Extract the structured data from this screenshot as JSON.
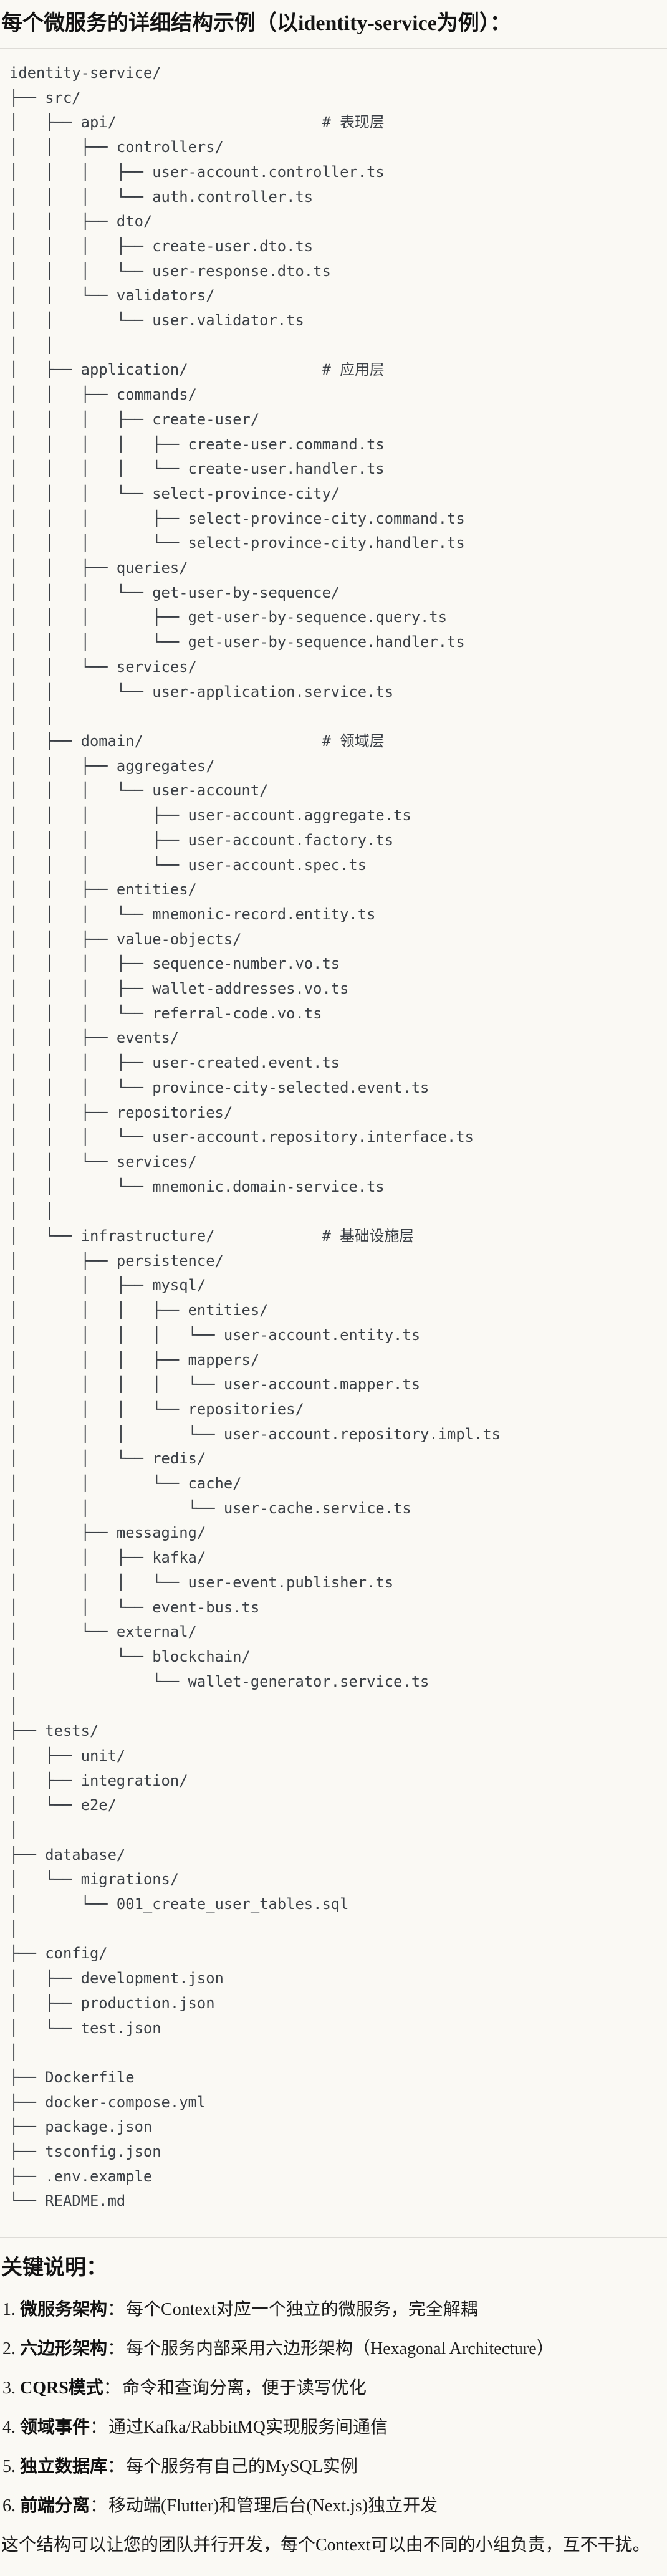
{
  "title": "每个微服务的详细结构示例（以identity-service为例）：",
  "tree": {
    "lines": [
      "identity-service/",
      "├── src/",
      "│   ├── api/                       # 表现层",
      "│   │   ├── controllers/",
      "│   │   │   ├── user-account.controller.ts",
      "│   │   │   └── auth.controller.ts",
      "│   │   ├── dto/",
      "│   │   │   ├── create-user.dto.ts",
      "│   │   │   └── user-response.dto.ts",
      "│   │   └── validators/",
      "│   │       └── user.validator.ts",
      "│   │",
      "│   ├── application/               # 应用层",
      "│   │   ├── commands/",
      "│   │   │   ├── create-user/",
      "│   │   │   │   ├── create-user.command.ts",
      "│   │   │   │   └── create-user.handler.ts",
      "│   │   │   └── select-province-city/",
      "│   │   │       ├── select-province-city.command.ts",
      "│   │   │       └── select-province-city.handler.ts",
      "│   │   ├── queries/",
      "│   │   │   └── get-user-by-sequence/",
      "│   │   │       ├── get-user-by-sequence.query.ts",
      "│   │   │       └── get-user-by-sequence.handler.ts",
      "│   │   └── services/",
      "│   │       └── user-application.service.ts",
      "│   │",
      "│   ├── domain/                    # 领域层",
      "│   │   ├── aggregates/",
      "│   │   │   └── user-account/",
      "│   │   │       ├── user-account.aggregate.ts",
      "│   │   │       ├── user-account.factory.ts",
      "│   │   │       └── user-account.spec.ts",
      "│   │   ├── entities/",
      "│   │   │   └── mnemonic-record.entity.ts",
      "│   │   ├── value-objects/",
      "│   │   │   ├── sequence-number.vo.ts",
      "│   │   │   ├── wallet-addresses.vo.ts",
      "│   │   │   └── referral-code.vo.ts",
      "│   │   ├── events/",
      "│   │   │   ├── user-created.event.ts",
      "│   │   │   └── province-city-selected.event.ts",
      "│   │   ├── repositories/",
      "│   │   │   └── user-account.repository.interface.ts",
      "│   │   └── services/",
      "│   │       └── mnemonic.domain-service.ts",
      "│   │",
      "│   └── infrastructure/            # 基础设施层",
      "│       ├── persistence/",
      "│       │   ├── mysql/",
      "│       │   │   ├── entities/",
      "│       │   │   │   └── user-account.entity.ts",
      "│       │   │   ├── mappers/",
      "│       │   │   │   └── user-account.mapper.ts",
      "│       │   │   └── repositories/",
      "│       │   │       └── user-account.repository.impl.ts",
      "│       │   └── redis/",
      "│       │       └── cache/",
      "│       │           └── user-cache.service.ts",
      "│       ├── messaging/",
      "│       │   ├── kafka/",
      "│       │   │   └── user-event.publisher.ts",
      "│       │   └── event-bus.ts",
      "│       └── external/",
      "│           └── blockchain/",
      "│               └── wallet-generator.service.ts",
      "│",
      "├── tests/",
      "│   ├── unit/",
      "│   ├── integration/",
      "│   └── e2e/",
      "│",
      "├── database/",
      "│   └── migrations/",
      "│       └── 001_create_user_tables.sql",
      "│",
      "├── config/",
      "│   ├── development.json",
      "│   ├── production.json",
      "│   └── test.json",
      "│",
      "├── Dockerfile",
      "├── docker-compose.yml",
      "├── package.json",
      "├── tsconfig.json",
      "├── .env.example",
      "└── README.md"
    ]
  },
  "notes": {
    "heading": "关键说明：",
    "items": [
      {
        "num": "1.",
        "label": "微服务架构",
        "colon": "：",
        "text": "每个Context对应一个独立的微服务，完全解耦"
      },
      {
        "num": "2.",
        "label": "六边形架构",
        "colon": "：",
        "text": "每个服务内部采用六边形架构（Hexagonal Architecture）"
      },
      {
        "num": "3.",
        "label": "CQRS模式",
        "colon": "：",
        "text": "命令和查询分离，便于读写优化"
      },
      {
        "num": "4.",
        "label": "领域事件",
        "colon": "：",
        "text": "通过Kafka/RabbitMQ实现服务间通信"
      },
      {
        "num": "5.",
        "label": "独立数据库",
        "colon": "：",
        "text": "每个服务有自己的MySQL实例"
      },
      {
        "num": "6.",
        "label": "前端分离",
        "colon": "：",
        "text": "移动端(Flutter)和管理后台(Next.js)独立开发"
      }
    ]
  },
  "summary": "这个结构可以让您的团队并行开发，每个Context可以由不同的小组负责，互不干扰。"
}
